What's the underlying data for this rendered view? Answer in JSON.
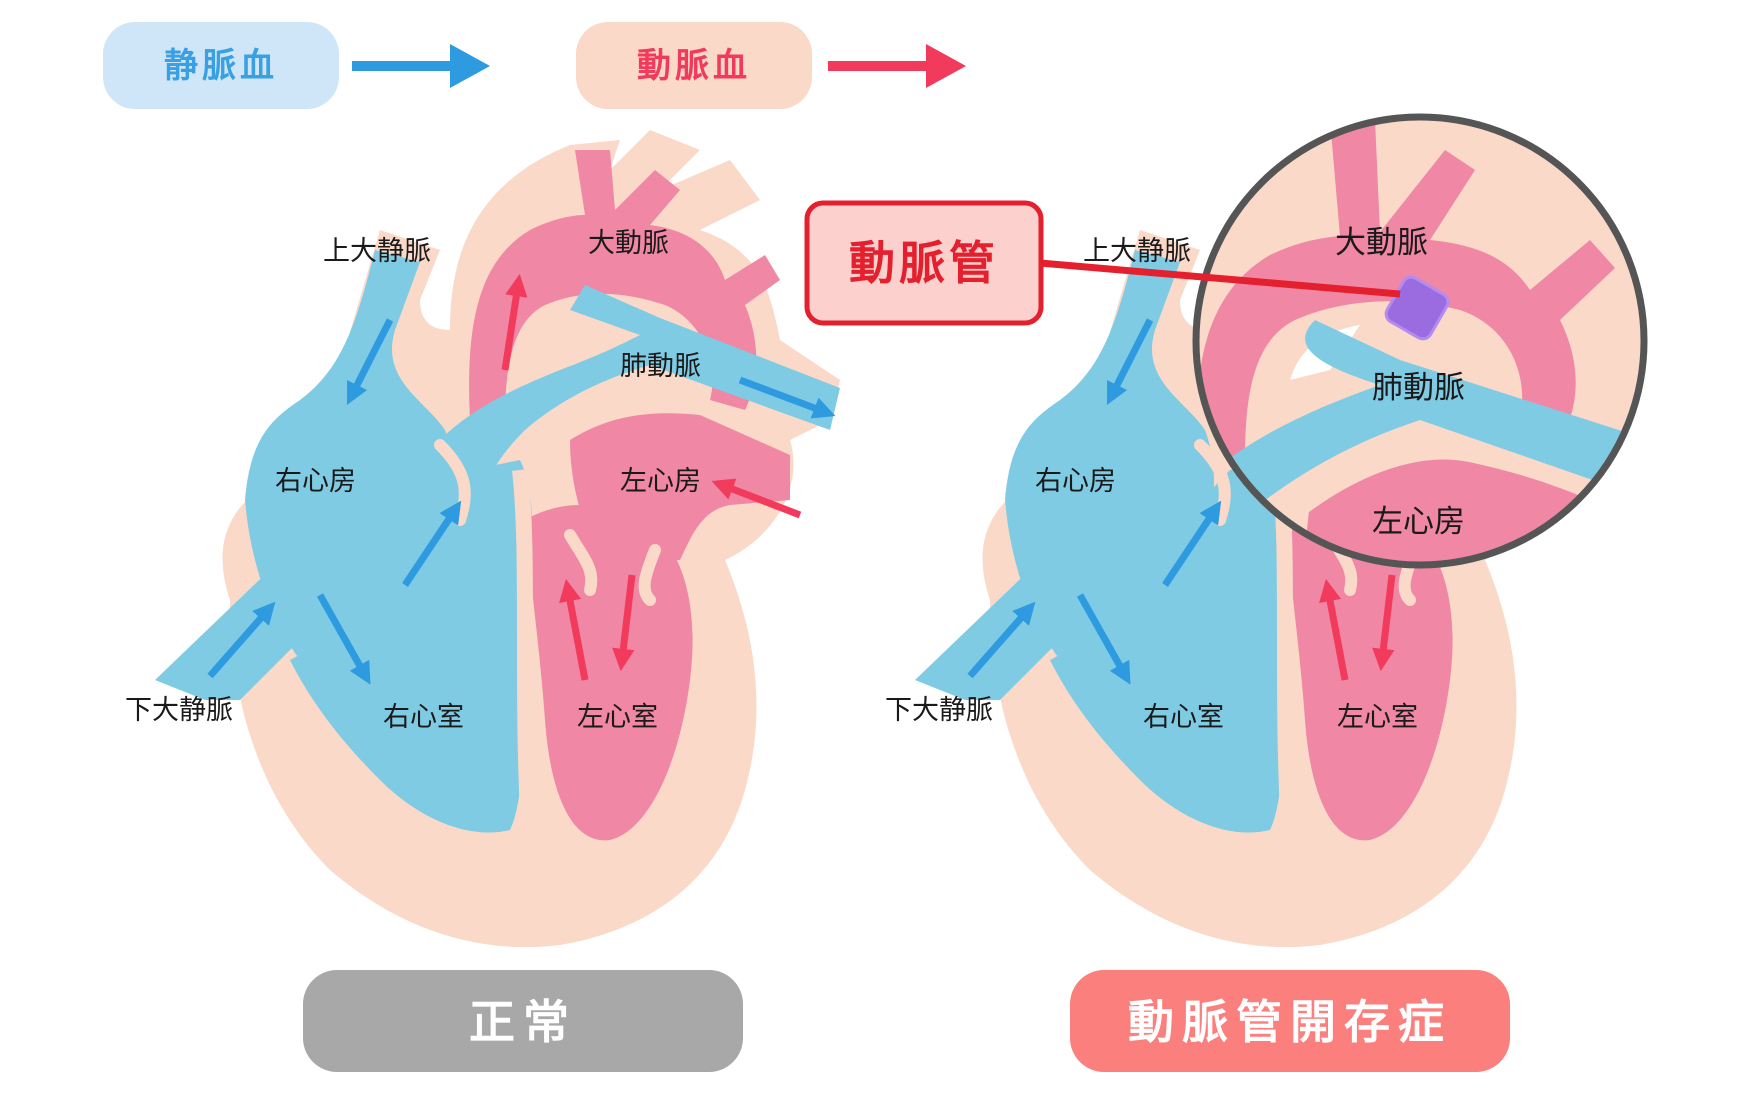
{
  "legend": {
    "venous_label": "静脈血",
    "arterial_label": "動脈血"
  },
  "colors": {
    "venous": "#80cbe4",
    "venous_arrow": "#2e9ae0",
    "arterial": "#ef87a5",
    "arterial_arrow": "#f23a5c",
    "wall": "#fad9c9",
    "duct": "#9b6be0",
    "callout_red": "#e5202e"
  },
  "normal": {
    "labels": {
      "svc": "上大静脈",
      "aorta": "大動脈",
      "pa": "肺動脈",
      "ra": "右心房",
      "la": "左心房",
      "rv": "右心室",
      "lv": "左心室",
      "ivc": "下大静脈"
    },
    "button_label": "正常"
  },
  "pda": {
    "labels": {
      "svc": "上大静脈",
      "ra": "右心房",
      "rv": "右心室",
      "lv": "左心室",
      "ivc": "下大静脈"
    },
    "zoom_labels": {
      "aorta": "大動脈",
      "pa": "肺動脈",
      "la": "左心房"
    },
    "callout_label": "動脈管",
    "button_label": "動脈管開存症"
  }
}
